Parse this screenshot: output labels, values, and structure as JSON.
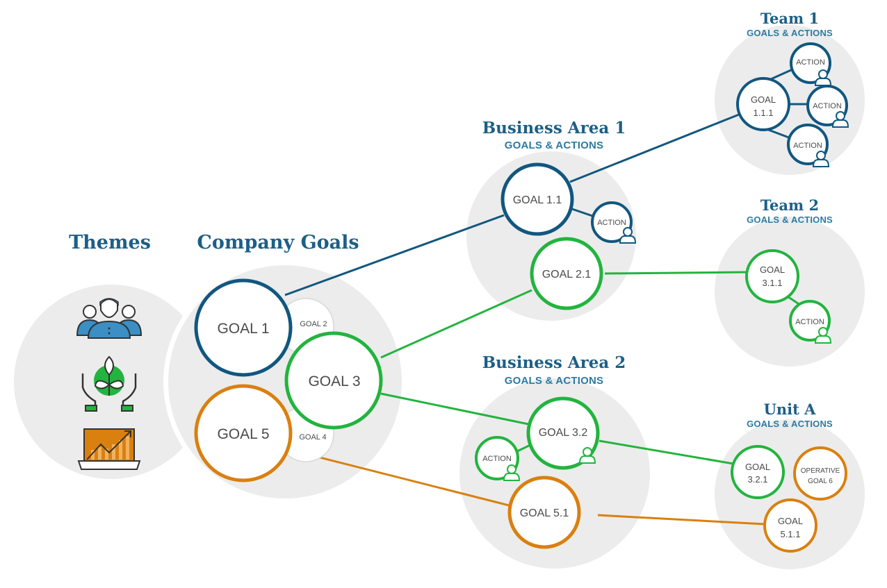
{
  "colors": {
    "blue": "#11577f",
    "green": "#22b43e",
    "orange": "#d9800f",
    "bg_circle": "#ececec",
    "heading": "#1d5f86",
    "subheading": "#2a7aa3"
  },
  "themes": {
    "title": "Themes",
    "icons": [
      "people-group-icon",
      "sustainability-plant-hands-icon",
      "laptop-growth-chart-icon"
    ]
  },
  "company_goals": {
    "title": "Company Goals",
    "goals": [
      {
        "label": "GOAL 1",
        "color": "blue"
      },
      {
        "label": "GOAL 2",
        "color": "none"
      },
      {
        "label": "GOAL 3",
        "color": "green"
      },
      {
        "label": "GOAL 4",
        "color": "none"
      },
      {
        "label": "GOAL 5",
        "color": "orange"
      }
    ]
  },
  "business_area_1": {
    "title": "Business Area 1",
    "subtitle": "GOALS & ACTIONS",
    "goal_1_1": "GOAL 1.1",
    "action": "ACTION",
    "goal_2_1": "GOAL 2.1"
  },
  "business_area_2": {
    "title": "Business Area 2",
    "subtitle": "GOALS & ACTIONS",
    "goal_3_2": "GOAL 3.2",
    "action": "ACTION",
    "goal_5_1": "GOAL 5.1"
  },
  "team_1": {
    "title": "Team 1",
    "subtitle": "GOALS & ACTIONS",
    "goal_line1": "GOAL",
    "goal_line2": "1.1.1",
    "actions": [
      "ACTION",
      "ACTION",
      "ACTION"
    ]
  },
  "team_2": {
    "title": "Team 2",
    "subtitle": "GOALS & ACTIONS",
    "goal_line1": "GOAL",
    "goal_line2": "3.1.1",
    "action": "ACTION"
  },
  "unit_a": {
    "title": "Unit A",
    "subtitle": "GOALS & ACTIONS",
    "goal_321_line1": "GOAL",
    "goal_321_line2": "3.2.1",
    "op_line1": "OPERATIVE",
    "op_line2": "GOAL 6",
    "goal_511_line1": "GOAL",
    "goal_511_line2": "5.1.1"
  }
}
